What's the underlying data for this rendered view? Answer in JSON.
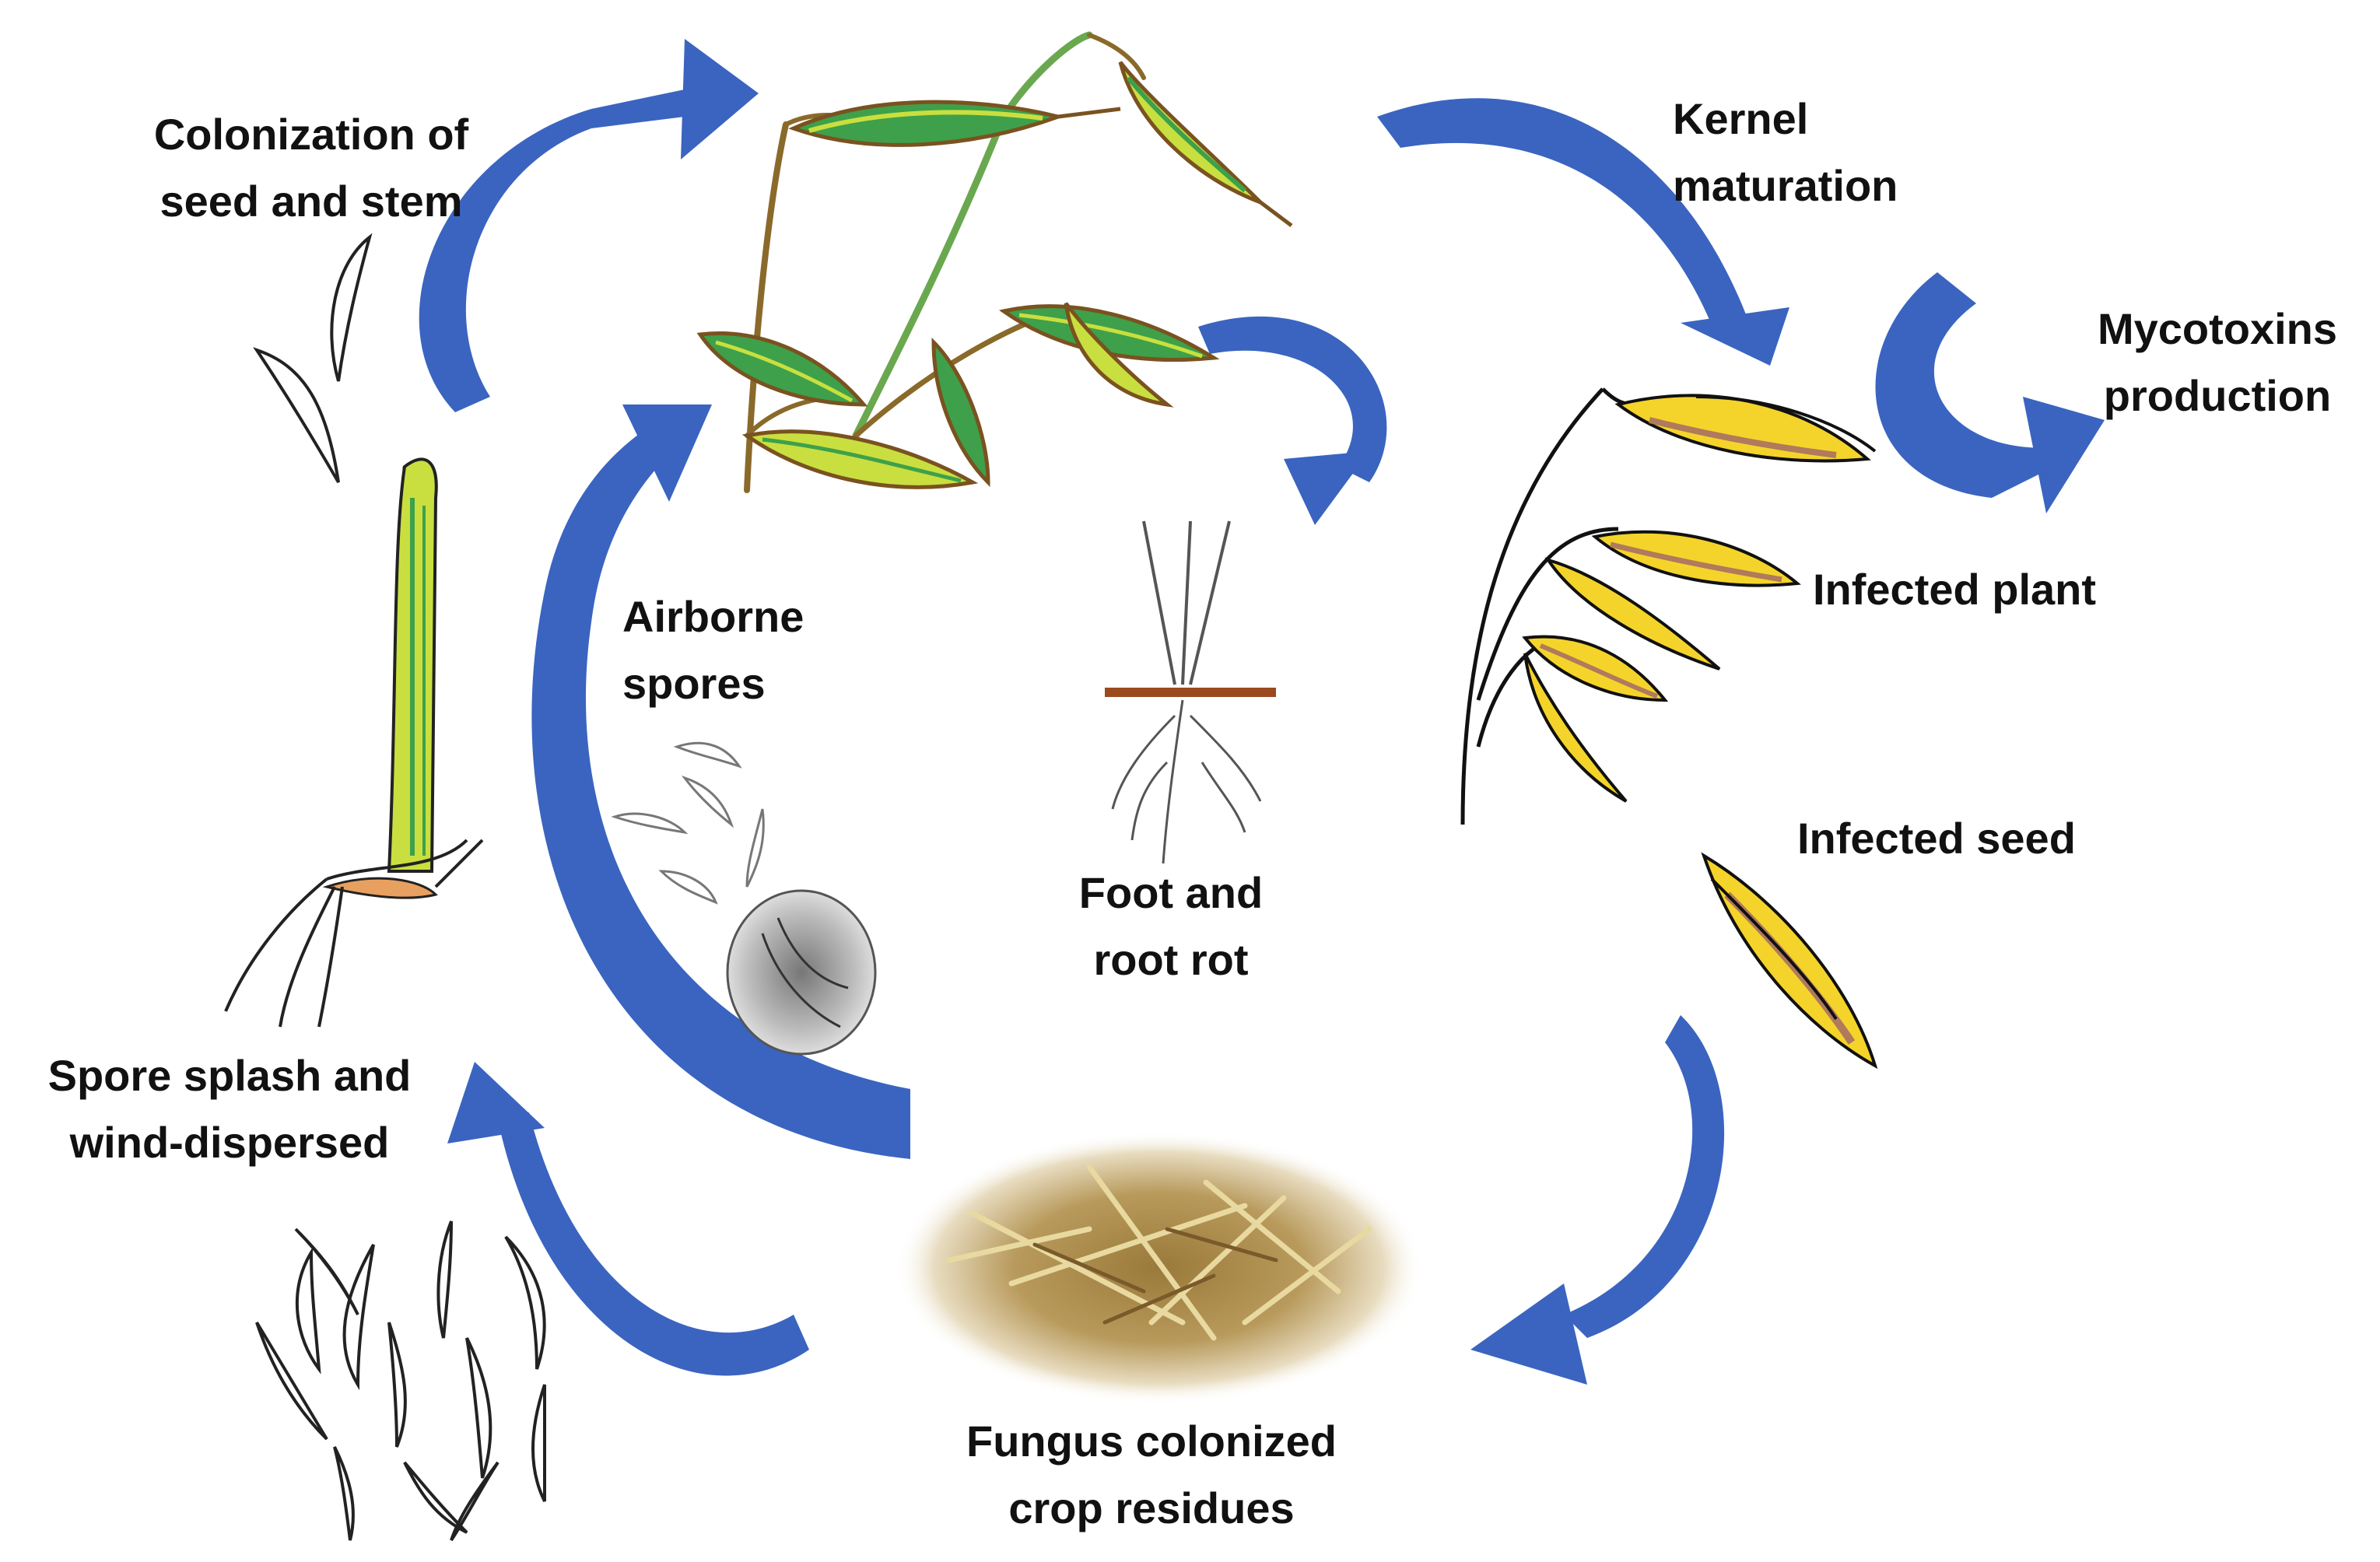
{
  "labels": {
    "colonization": [
      "Colonization of",
      "seed and stem"
    ],
    "kernel": [
      "Kernel",
      "maturation"
    ],
    "mycotoxins": [
      "Mycotoxins",
      "production"
    ],
    "infected_plant": "Infected plant",
    "infected_seed": "Infected seed",
    "airborne": [
      "Airborne",
      "spores"
    ],
    "foot_root": [
      "Foot and",
      "root rot"
    ],
    "spore_splash": [
      "Spore splash and",
      "wind-dispersed"
    ],
    "fungus_residues": [
      "Fungus colonized",
      "crop residues"
    ]
  },
  "colors": {
    "arrow": "#3a64c0",
    "arrow_dark": "#24469a",
    "leaf_green": "#3ea04a",
    "leaf_lime": "#c9df3f",
    "spikelet_yellow": "#f4d42a",
    "infection_brown": "#b07a5c",
    "stem": "#8a6a2a",
    "soil": "#9a4a1e",
    "straw": "#b79a5a"
  },
  "icons": [
    "curved-arrow-icon",
    "oat-panicle-icon",
    "fungal-spore-icon",
    "seedling-icon",
    "root-icon",
    "crop-residue-icon",
    "perithecium-icon"
  ]
}
